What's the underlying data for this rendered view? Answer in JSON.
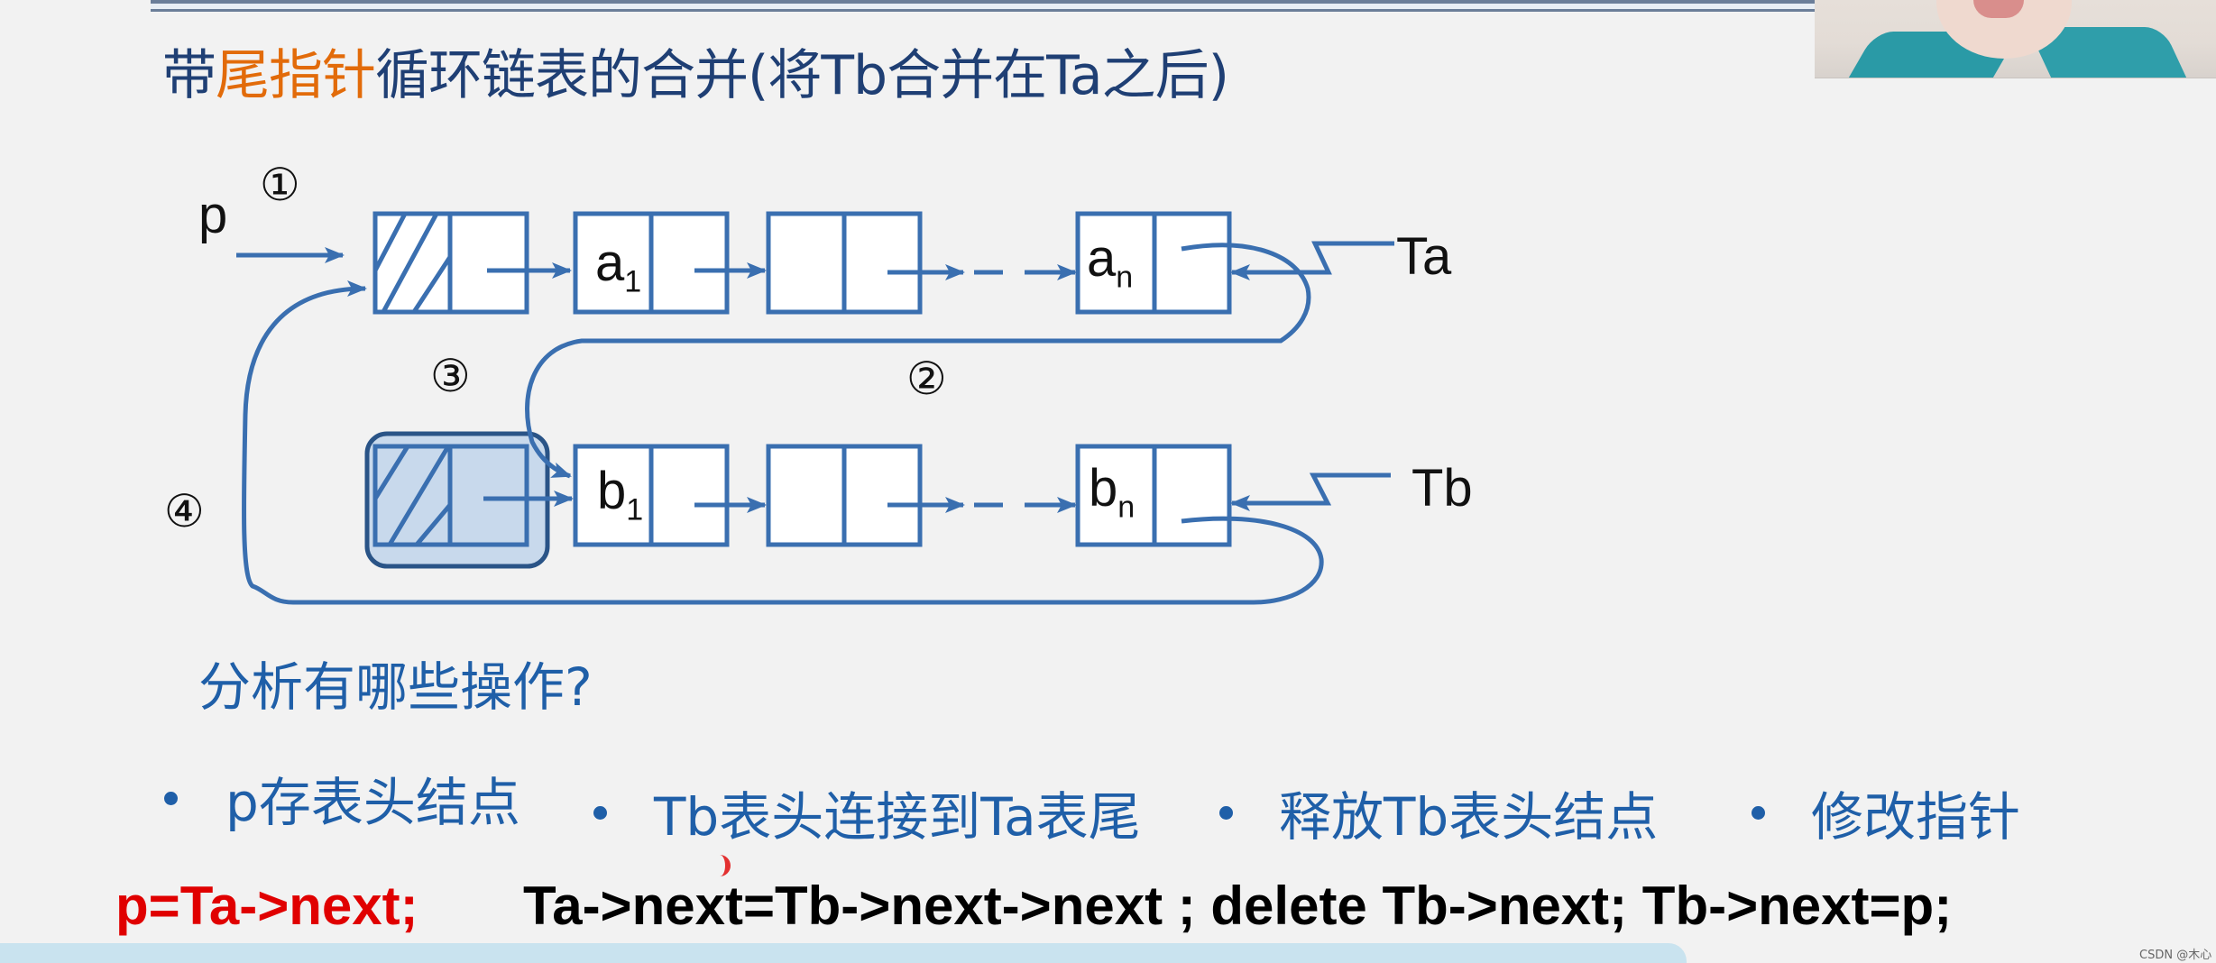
{
  "slide": {
    "title": {
      "prefix": "带",
      "highlight": "尾指针",
      "suffix": "循环链表的合并(将Tb合并在Ta之后)"
    },
    "colors": {
      "title_text": "#1f3f74",
      "title_highlight": "#e26b0a",
      "diagram_stroke": "#3a6fb0",
      "body_text": "#1f5fa8",
      "code_red": "#e00000",
      "code_black": "#000000",
      "freed_node_fill": "#c8d9ec"
    }
  },
  "diagram": {
    "pointer_p": "p",
    "step_labels": [
      "①",
      "②",
      "③",
      "④"
    ],
    "list_a": {
      "tail_pointer": "Ta",
      "nodes": [
        {
          "role": "head",
          "data": "",
          "hatched": true
        },
        {
          "role": "first",
          "data": "a",
          "subscript": "1"
        },
        {
          "role": "middle",
          "data": ""
        },
        {
          "role": "last",
          "data": "a",
          "subscript": "n"
        }
      ]
    },
    "list_b": {
      "tail_pointer": "Tb",
      "nodes": [
        {
          "role": "head",
          "data": "",
          "hatched": true,
          "highlighted": true
        },
        {
          "role": "first",
          "data": "b",
          "subscript": "1"
        },
        {
          "role": "middle",
          "data": ""
        },
        {
          "role": "last",
          "data": "b",
          "subscript": "n"
        }
      ]
    }
  },
  "question": "分析有哪些操作?",
  "operations": [
    "p存表头结点",
    "Tb表头连接到Ta表尾",
    "释放Tb表头结点",
    "修改指针"
  ],
  "code": {
    "line_red": "p=Ta->next;",
    "line_black": "Ta->next=Tb->next->next ; delete Tb->next; Tb->next=p;"
  },
  "watermark": "CSDN @木心"
}
